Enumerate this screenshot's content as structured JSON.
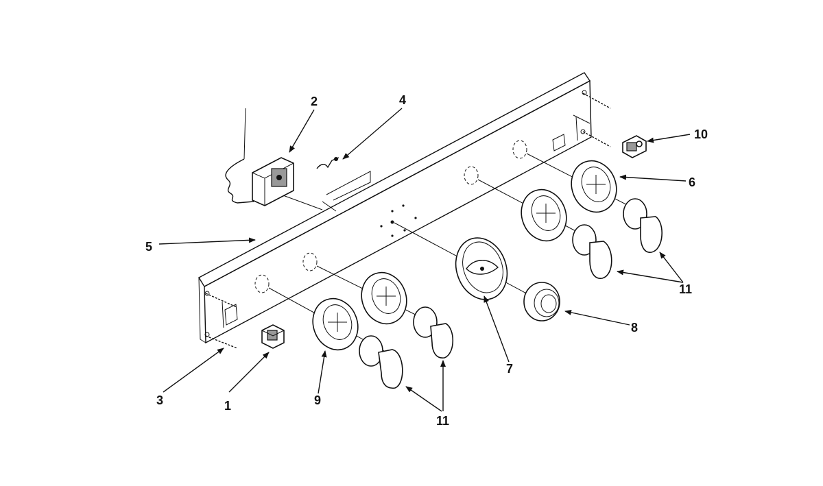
{
  "diagram": {
    "callouts": {
      "c1": "1",
      "c2": "2",
      "c3": "3",
      "c4": "4",
      "c5": "5",
      "c6": "6",
      "c7": "7",
      "c8": "8",
      "c9": "9",
      "c10": "10",
      "c11a": "11",
      "c11b": "11"
    },
    "colors": {
      "line": "#111111",
      "background": "#ffffff"
    }
  }
}
